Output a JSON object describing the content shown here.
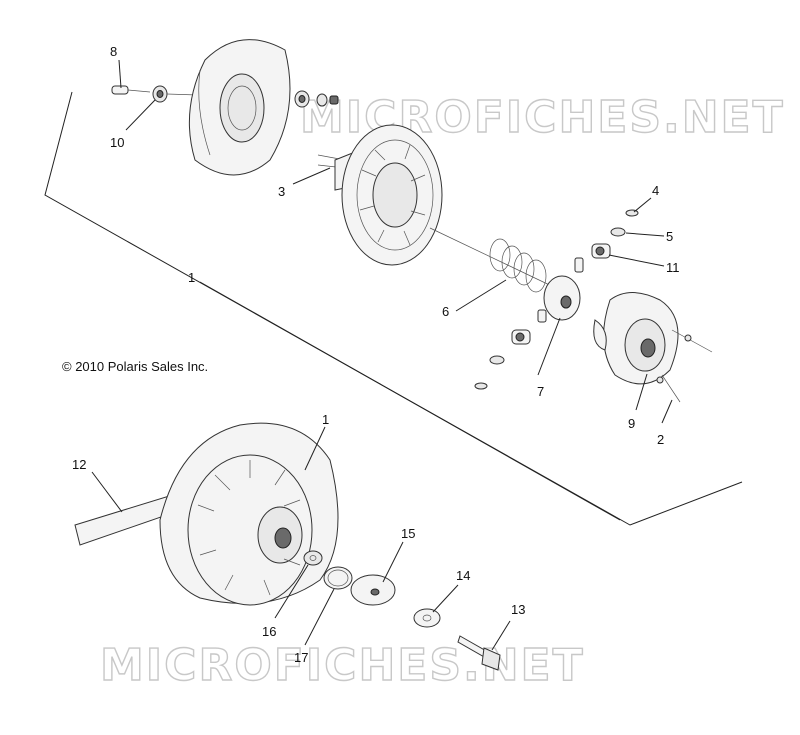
{
  "copyright": "© 2010 Polaris Sales Inc.",
  "watermark": "MICROFICHES.NET",
  "callouts": [
    {
      "id": "8",
      "label": "8"
    },
    {
      "id": "10",
      "label": "10"
    },
    {
      "id": "3",
      "label": "3"
    },
    {
      "id": "4",
      "label": "4"
    },
    {
      "id": "5",
      "label": "5"
    },
    {
      "id": "11",
      "label": "11"
    },
    {
      "id": "1a",
      "label": "1"
    },
    {
      "id": "6",
      "label": "6"
    },
    {
      "id": "7",
      "label": "7"
    },
    {
      "id": "9",
      "label": "9"
    },
    {
      "id": "2",
      "label": "2"
    },
    {
      "id": "1b",
      "label": "1"
    },
    {
      "id": "12",
      "label": "12"
    },
    {
      "id": "15",
      "label": "15"
    },
    {
      "id": "14",
      "label": "14"
    },
    {
      "id": "13",
      "label": "13"
    },
    {
      "id": "16",
      "label": "16"
    },
    {
      "id": "17",
      "label": "17"
    }
  ]
}
